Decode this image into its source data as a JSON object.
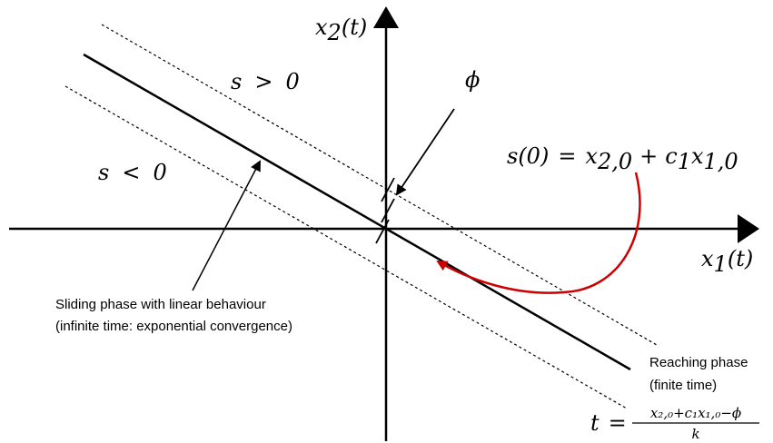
{
  "axes": {
    "x_label": "x",
    "x_sub": "1",
    "x_arg": "(t)",
    "y_label": "x",
    "y_sub": "2",
    "y_arg": "(t)"
  },
  "regions": {
    "above": {
      "s": "s",
      "rel": ">",
      "val": "0"
    },
    "below": {
      "s": "s",
      "rel": "<",
      "val": "0"
    }
  },
  "boundary_width": "ϕ",
  "initial_condition": {
    "lhs": "s(0)",
    "eq": "=",
    "t1": "x",
    "t1_sub": "2,0",
    "plus": "+",
    "t2a": "c",
    "t2a_sub": "1",
    "t2b": "x",
    "t2b_sub": "1,0"
  },
  "sliding_phase": {
    "line1": "Sliding phase with linear behaviour",
    "line2": "(infinite time: exponential convergence)"
  },
  "reaching_phase": {
    "line1": "Reaching phase",
    "line2": "(finite time)"
  },
  "reaching_time": {
    "lhs": "t",
    "eq": "=",
    "numerator": "x₂,₀+c₁x₁,₀−ϕ",
    "denominator": "k"
  },
  "colors": {
    "axis": "#000000",
    "trajectory": "#cc0000"
  }
}
